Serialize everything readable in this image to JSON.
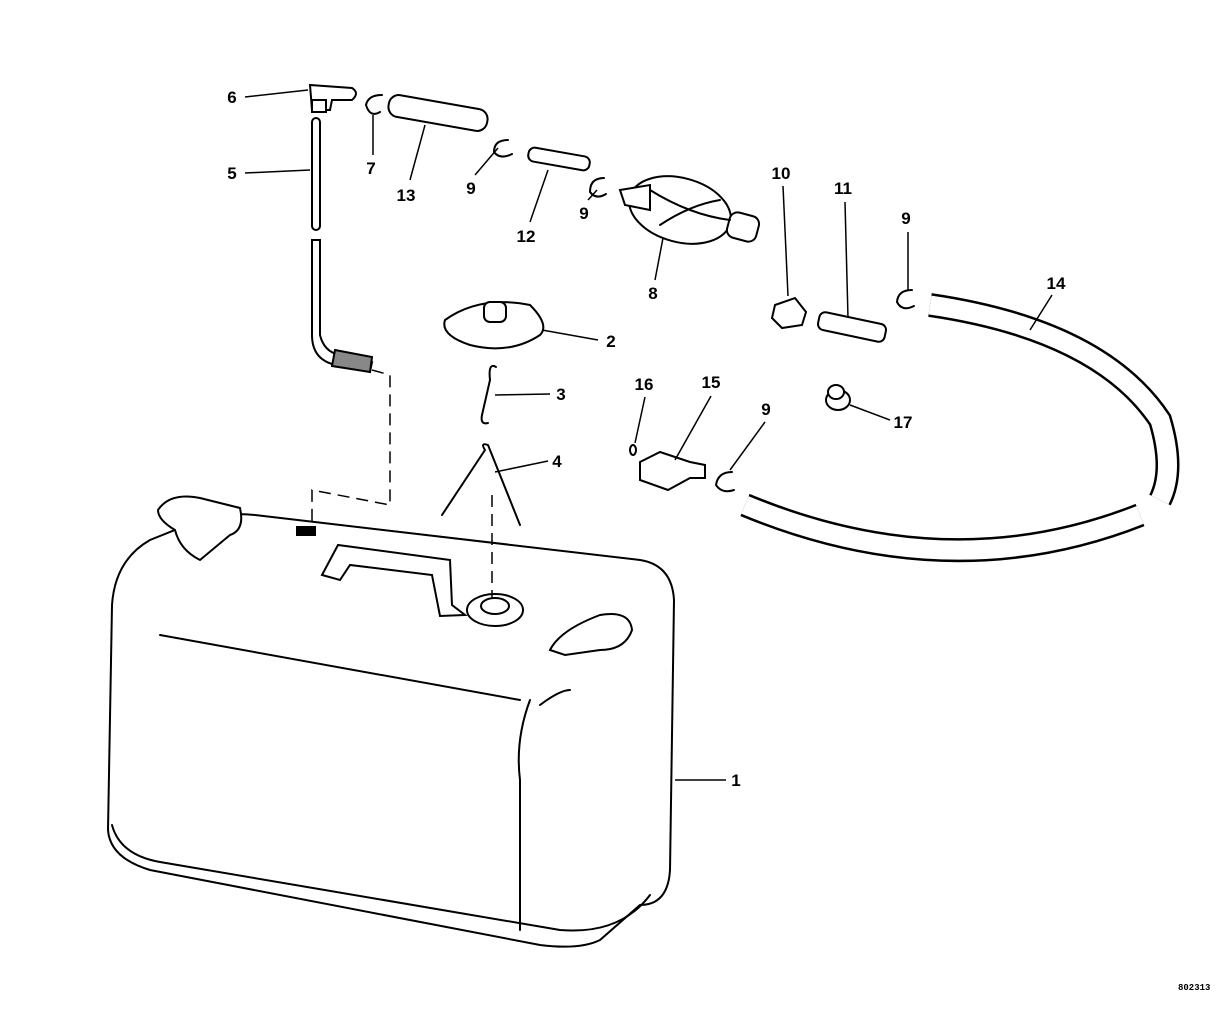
{
  "diagram": {
    "title": "Fuel tank and fuel line exploded parts diagram",
    "code": "802313",
    "callouts": [
      "6",
      "5",
      "7",
      "13",
      "9",
      "12",
      "9",
      "8",
      "10",
      "11",
      "9",
      "14",
      "2",
      "3",
      "4",
      "16",
      "15",
      "9",
      "17",
      "1"
    ]
  }
}
